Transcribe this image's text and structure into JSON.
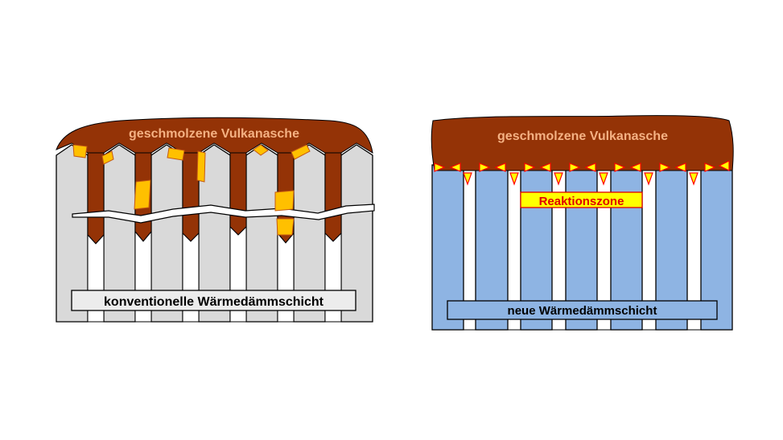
{
  "left_panel": {
    "ash_label": "geschmolzene Vulkanasche",
    "layer_label": "konventionelle Wärmedämmschicht"
  },
  "right_panel": {
    "ash_label": "geschmolzene Vulkanasche",
    "reaction_label": "Reaktionszone",
    "layer_label": "neue Wärmedämmschicht"
  },
  "colors": {
    "ash": "#943306",
    "ash_label": "#f4b183",
    "conventional_column": "#d9d9d9",
    "new_column": "#8eb4e3",
    "crystal": "#ffc000",
    "reaction_fill": "#ffff00",
    "reaction_text": "#e00000"
  }
}
